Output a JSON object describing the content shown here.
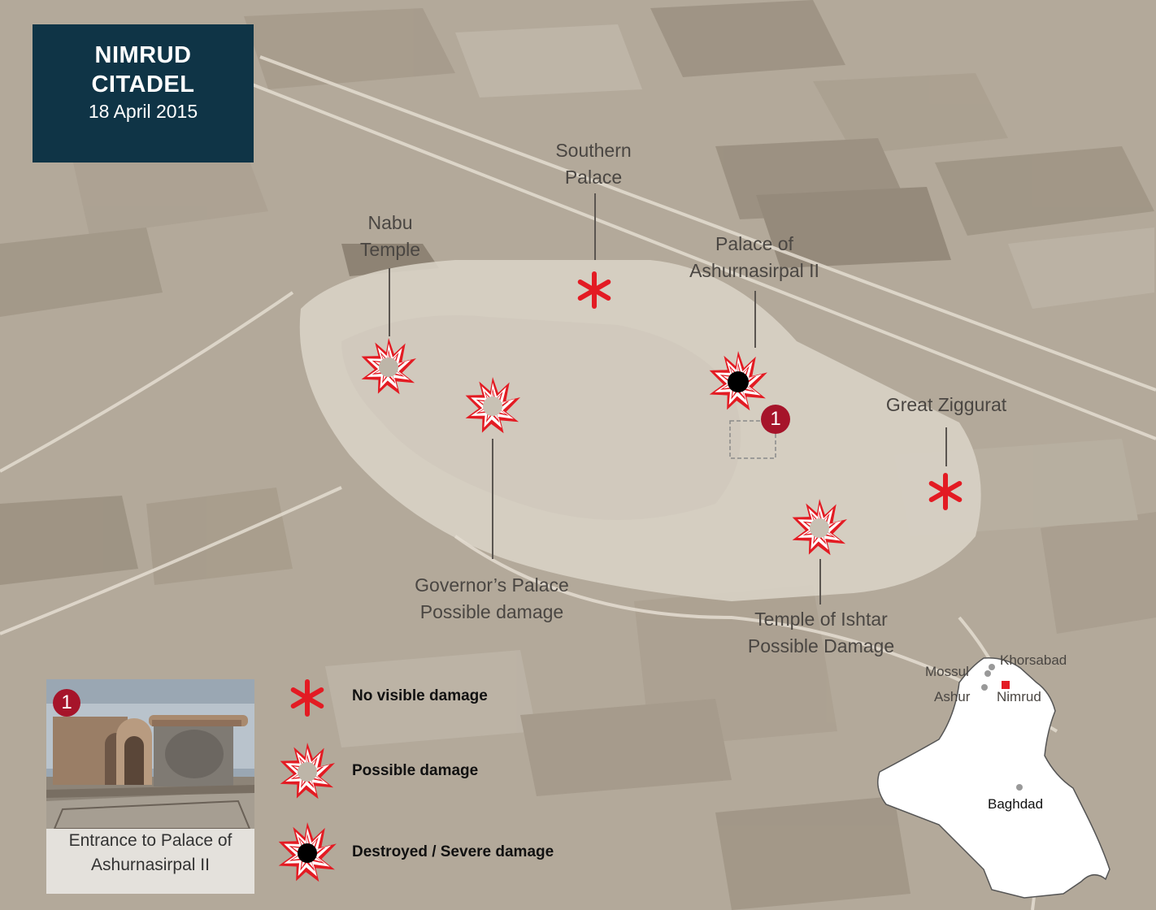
{
  "title": {
    "line1": "NIMRUD",
    "line2": "CITADEL",
    "date": "18 April 2015"
  },
  "sites": {
    "southern_palace": {
      "line1": "Southern",
      "line2": "Palace",
      "status": "no-damage"
    },
    "nabu_temple": {
      "line1": "Nabu",
      "line2": "Temple",
      "status": "possible-damage"
    },
    "ashurnasirpal": {
      "line1": "Palace of",
      "line2": "Ashurnasirpal II",
      "status": "destroyed"
    },
    "great_ziggurat": {
      "line1": "Great Ziggurat",
      "status": "no-damage"
    },
    "governors_palace": {
      "line1": "Governor’s Palace",
      "line2": "Possible damage",
      "status": "possible-damage"
    },
    "temple_ishtar": {
      "line1": "Temple of Ishtar",
      "line2": "Possible Damage",
      "status": "possible-damage"
    }
  },
  "marker_number": "1",
  "legend": {
    "no_damage": "No visible damage",
    "possible": "Possible damage",
    "destroyed": "Destroyed / Severe damage"
  },
  "photo": {
    "badge": "1",
    "caption_line1": "Entrance to Palace of",
    "caption_line2": "Ashurnasirpal II"
  },
  "inset_map": {
    "cities": [
      "Mossul",
      "Khorsabad",
      "Ashur",
      "Nimrud",
      "Baghdad"
    ]
  },
  "colors": {
    "title_bg": "#0f3446",
    "marker_red": "#e31b23",
    "badge": "#a6142a",
    "terrain": "#b3a99a"
  },
  "icons": {
    "no_damage": "asterisk-icon",
    "possible": "starburst-icon",
    "destroyed": "starburst-dot-icon"
  }
}
